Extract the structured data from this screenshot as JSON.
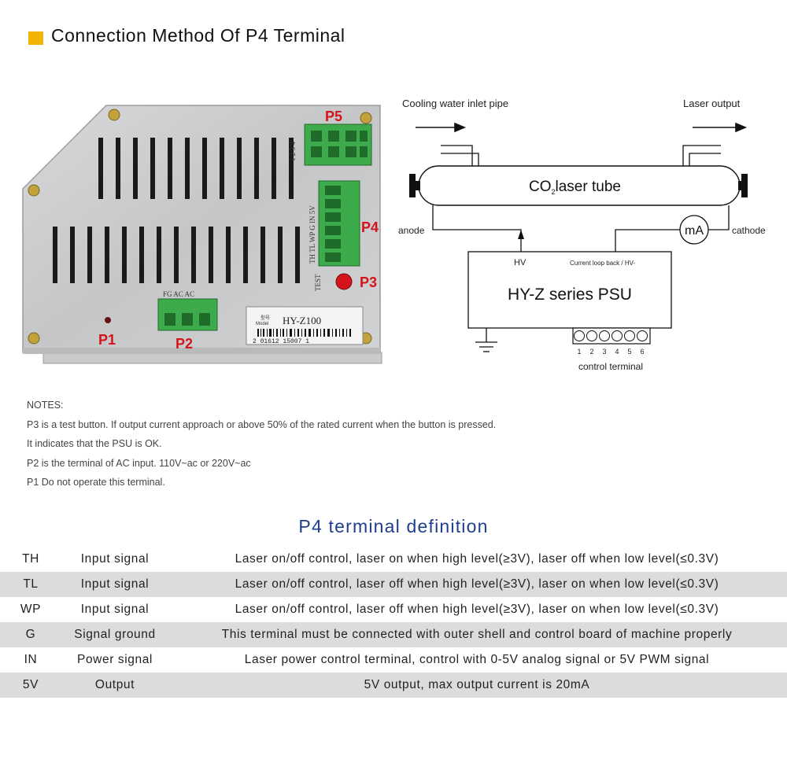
{
  "header": {
    "title": "Connection Method Of P4 Terminal"
  },
  "psu_photo": {
    "labels": {
      "p1": "P1",
      "p2": "P2",
      "p3": "P3",
      "p4": "P4",
      "p5": "P5"
    },
    "p5_pins": "1 2 3 4",
    "p4_pins": "TH TL WP G IN 5V",
    "p2_pins": "FG AC AC",
    "test_label": "TEST",
    "nameplate": {
      "cn": "型号",
      "model_word": "Model",
      "model": "HY-Z100",
      "barcode": "2 01612 15007 1"
    }
  },
  "diagram": {
    "cooling_label": "Cooling water inlet pipe",
    "laser_output_label": "Laser output",
    "tube_label_co": "CO",
    "tube_label_sub": "2",
    "tube_label_rest": "laser tube",
    "anode_label": "anode",
    "cathode_label": "cathode",
    "meter_label": "mA",
    "hv_label": "HV",
    "current_loop_label": "Current loop back / HV-",
    "psu_label": "HY-Z series PSU",
    "control_terminal_label": "control terminal",
    "terminal_numbers": [
      "1",
      "2",
      "3",
      "4",
      "5",
      "6"
    ]
  },
  "notes": {
    "heading": "NOTES:",
    "lines": [
      "P3 is a test button. If output current approach or above 50% of the rated current when the button is pressed.",
      "It indicates that the PSU is OK.",
      "P2 is the terminal of AC input. 110V~ac or 220V~ac",
      "P1 Do not operate this terminal."
    ]
  },
  "p4_table": {
    "title": "P4 terminal definition",
    "rows": [
      {
        "pin": "TH",
        "type": "Input signal",
        "desc": "Laser on/off control, laser on when high level(≥3V), laser off when low level(≤0.3V)"
      },
      {
        "pin": "TL",
        "type": "Input signal",
        "desc": "Laser on/off control, laser off when high level(≥3V), laser on when low level(≤0.3V)"
      },
      {
        "pin": "WP",
        "type": "Input signal",
        "desc": "Laser on/off control, laser off when high level(≥3V), laser on when low level(≤0.3V)"
      },
      {
        "pin": "G",
        "type": "Signal ground",
        "desc": "This terminal must be connected with outer shell and control board of machine properly"
      },
      {
        "pin": "IN",
        "type": "Power signal",
        "desc": "Laser power control terminal, control with 0-5V analog signal or 5V PWM signal"
      },
      {
        "pin": "5V",
        "type": "Output",
        "desc": "5V output, max output current is 20mA"
      }
    ]
  },
  "colors": {
    "accent": "#f2b400",
    "title_blue": "#1f3e8c",
    "terminal_green": "#3daa4b",
    "label_red": "#d3141b",
    "row_shade": "#dcdcdc"
  }
}
